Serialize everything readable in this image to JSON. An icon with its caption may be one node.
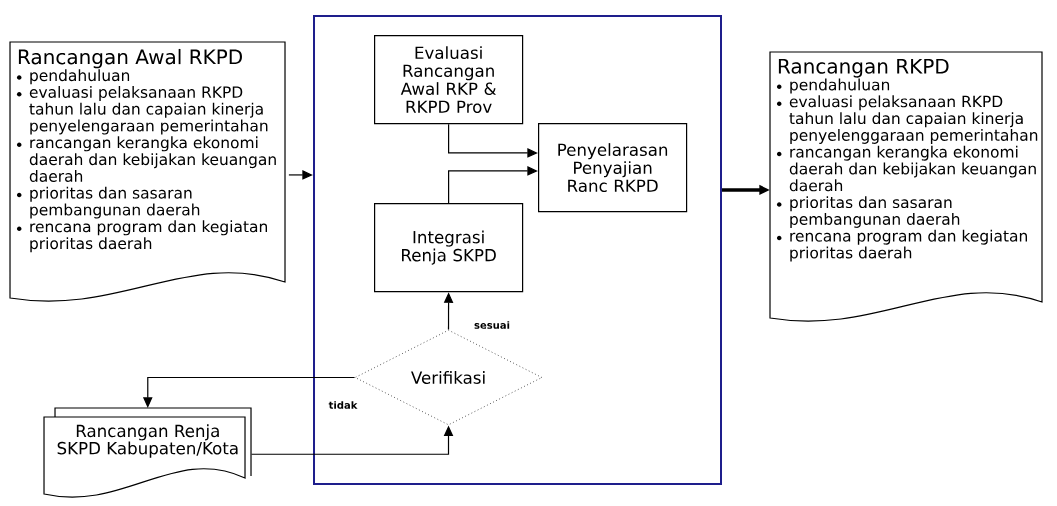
{
  "diagram": {
    "nodes": [
      {
        "text": [
          "Rancangan Awal RKPD",
          "pendahuluan",
          "evaluasi pelaksanaan RKPD tahun lalu dan capaian kinerja penyelengaraan pemerintahan",
          "rancangan kerangka ekonomi daerah dan kebijakan keuangan daerah",
          "prioritas dan sasaran pembangunan daerah",
          "rencana program dan kegiatan prioritas daerah"
        ]
      },
      {
        "text": [],
        "shape": "box"
      },
      {
        "text": [
          "Evaluasi Rancangan Awal RKP & RKPD Prov"
        ],
        "in": 1
      },
      {
        "text": [
          "Penyelarasan Penyajian Ranc RKPD"
        ],
        "in": 1
      },
      {
        "text": [
          "Integrasi Renja SKPD"
        ],
        "in": 1
      },
      {
        "text": [
          "Verifikasi"
        ],
        "in": 1
      },
      {
        "text": [
          "Rancangan RKPD",
          "pendahuluan",
          "evaluasi pelaksanaan RKPD tahun lalu dan capaian kinerja penyelenggaraan pemerintahan",
          "rancangan kerangka ekonomi daerah dan kebijakan keuangan daerah",
          "prioritas dan sasaran pembangunan daerah",
          "rencana program dan kegiatan prioritas daerah"
        ]
      },
      {
        "text": [
          "Rancangan Renja SKPD Kabupaten/Kota"
        ]
      }
    ],
    "edges": [
      {
        "from": 0,
        "to": 1,
        "arrow": "to"
      },
      {
        "from": 1,
        "to": 6,
        "arrow": "to",
        "style": "thick"
      },
      {
        "from": 2,
        "to": 3,
        "arrow": "to"
      },
      {
        "from": 4,
        "to": 3,
        "arrow": "to"
      },
      {
        "from": 5,
        "to": 4,
        "arrow": "to",
        "label": "sesuai"
      },
      {
        "from": 5,
        "to": 7,
        "arrow": "to",
        "label": "tidak"
      },
      {
        "from": 7,
        "to": 5,
        "arrow": "to"
      }
    ]
  }
}
